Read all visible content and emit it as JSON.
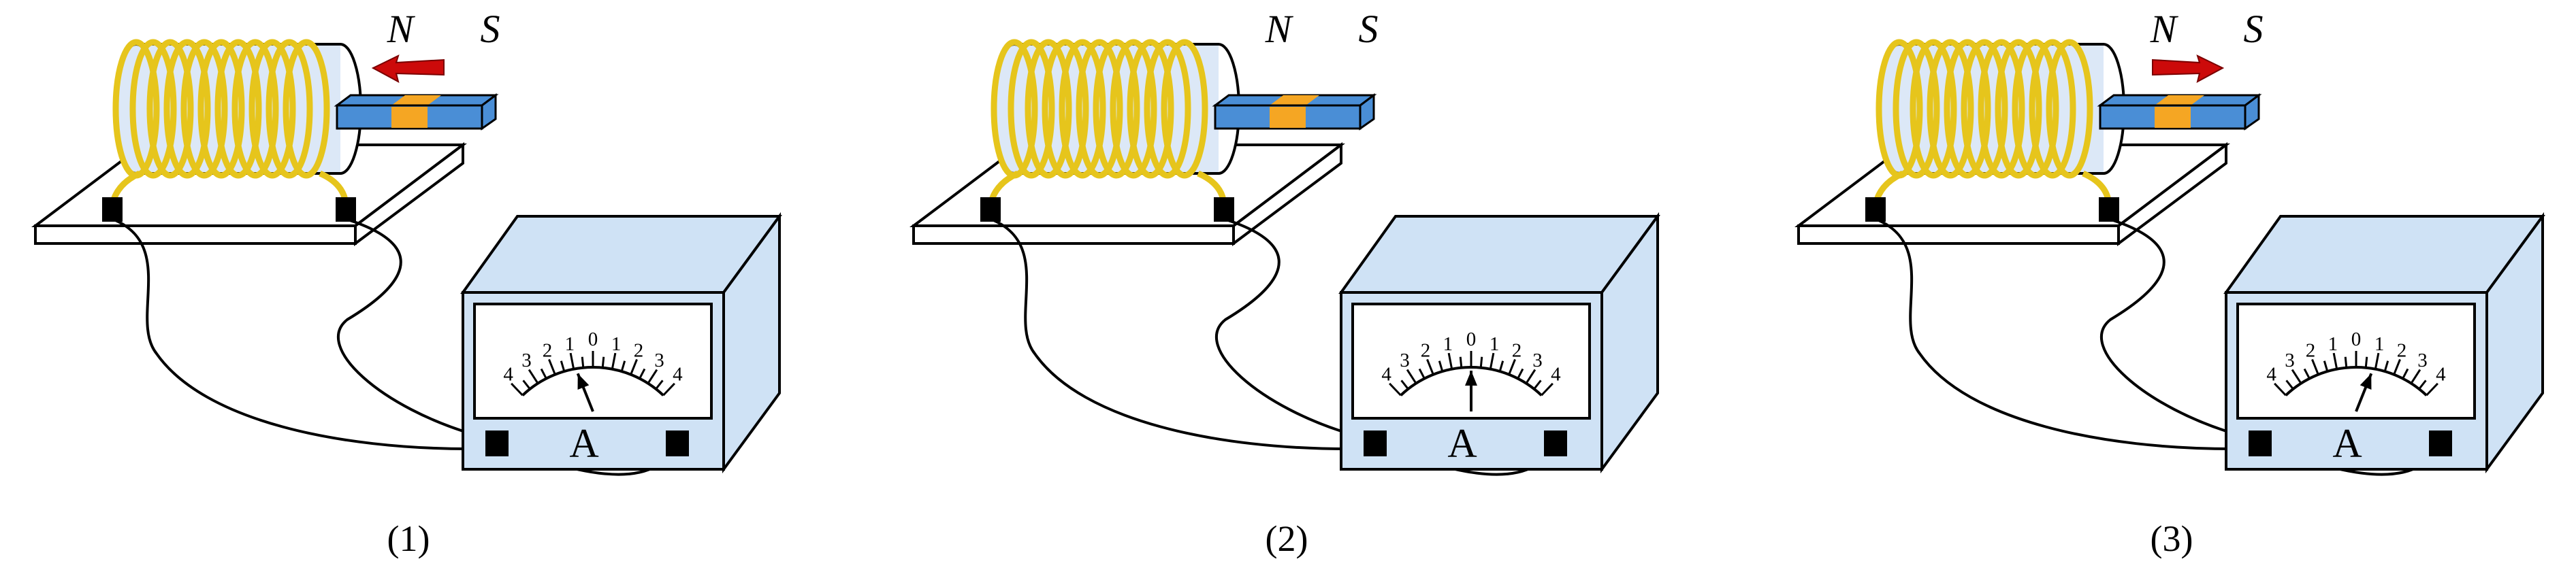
{
  "colors": {
    "coil": "#e6c51c",
    "coil_core": "#dce8f7",
    "magnet_blue": "#4a8ed6",
    "magnet_orange": "#f5a623",
    "arrow_red": "#cc0a0a",
    "meter_body": "#cfe2f5",
    "meter_face": "#ffffff",
    "outline": "#000000",
    "terminal": "#000000"
  },
  "panels": [
    {
      "caption": "(1)",
      "pole_n": "N",
      "pole_s": "S",
      "magnet_motion": "toward-coil",
      "meter": {
        "unit": "A",
        "scale_labels": [
          "4",
          "3",
          "2",
          "1",
          "0",
          "1",
          "2",
          "3",
          "4"
        ],
        "needle_reading": -2
      }
    },
    {
      "caption": "(2)",
      "pole_n": "N",
      "pole_s": "S",
      "magnet_motion": "none",
      "meter": {
        "unit": "A",
        "scale_labels": [
          "4",
          "3",
          "2",
          "1",
          "0",
          "1",
          "2",
          "3",
          "4"
        ],
        "needle_reading": 0
      }
    },
    {
      "caption": "(3)",
      "pole_n": "N",
      "pole_s": "S",
      "magnet_motion": "away-from-coil",
      "meter": {
        "unit": "A",
        "scale_labels": [
          "4",
          "3",
          "2",
          "1",
          "0",
          "1",
          "2",
          "3",
          "4"
        ],
        "needle_reading": 2
      }
    }
  ]
}
